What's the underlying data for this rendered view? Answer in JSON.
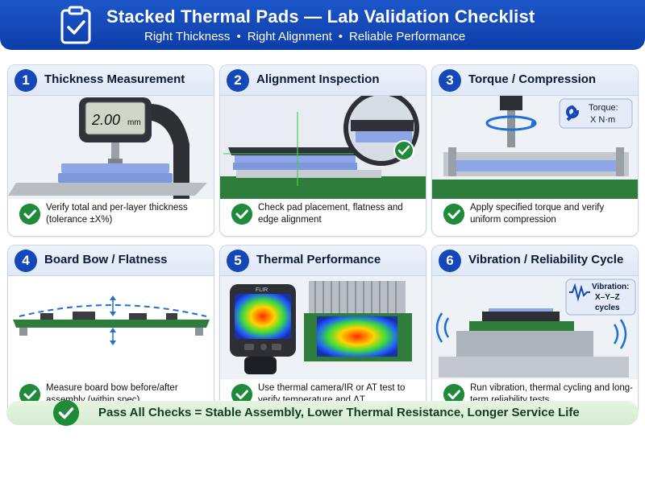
{
  "header": {
    "title": "Stacked Thermal Pads — Lab Validation Checklist",
    "subtitle_items": [
      "Right Thickness",
      "Right Alignment",
      "Reliable Performance"
    ],
    "icon": "clipboard-check-icon"
  },
  "cards": [
    {
      "number": "1",
      "title": "Thickness Measurement",
      "desc": "Verify total and per-layer thickness (tolerance ±X%)",
      "gauge_reading": "2.00",
      "gauge_unit": "mm"
    },
    {
      "number": "2",
      "title": "Alignment Inspection",
      "desc": "Check pad placement, flatness and edge alignment"
    },
    {
      "number": "3",
      "title": "Torque / Compression",
      "desc": "Apply specified torque and verify uniform compression",
      "callout_label": "Torque:",
      "callout_value": "X N·m"
    },
    {
      "number": "4",
      "title": "Board Bow / Flatness",
      "desc": "Measure board bow before/after assembly (within spec)"
    },
    {
      "number": "5",
      "title": "Thermal Performance",
      "desc": "Use thermal camera/IR or AT test to verify temperature and ΔT",
      "camera_label": "FLIR"
    },
    {
      "number": "6",
      "title": "Vibration / Reliability Cycle",
      "desc": "Run vibration, thermal cycling and long-term reliability tests",
      "callout_label": "Vibration:",
      "callout_value": "X–Y–Z",
      "callout_value2": "cycles"
    }
  ],
  "footer": {
    "text": "Pass All Checks = Stable Assembly, Lower Thermal Resistance, Longer Service Life"
  },
  "colors": {
    "brand_blue": "#1447b8",
    "pass_green": "#1f8a3a",
    "pad_blue": "#8ea6e8",
    "pcb_green": "#2f7d3a"
  }
}
